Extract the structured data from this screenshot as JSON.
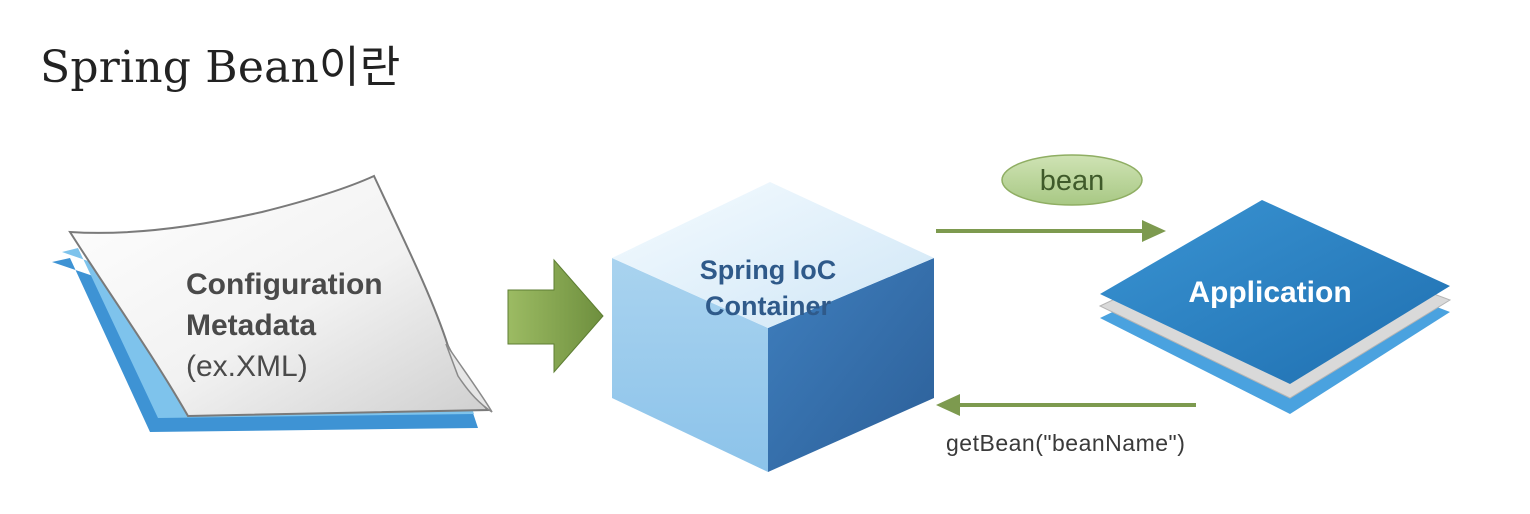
{
  "page": {
    "title": "Spring Bean이란"
  },
  "diagram": {
    "metadata": {
      "line1": "Configuration",
      "line2": "Metadata",
      "line3": "(ex.XML)"
    },
    "container": {
      "line1": "Spring IoC",
      "line2": "Container"
    },
    "application": {
      "label": "Application"
    },
    "bean_badge": "bean",
    "get_bean_call": "getBean(\"beanName\")"
  },
  "colors": {
    "title": "#222222",
    "document_label": "#4a4a4a",
    "container_label": "#2f5a8a",
    "application_label": "#ffffff",
    "arrow": "#7d9a4f",
    "badge_fill": "#b9d497"
  }
}
